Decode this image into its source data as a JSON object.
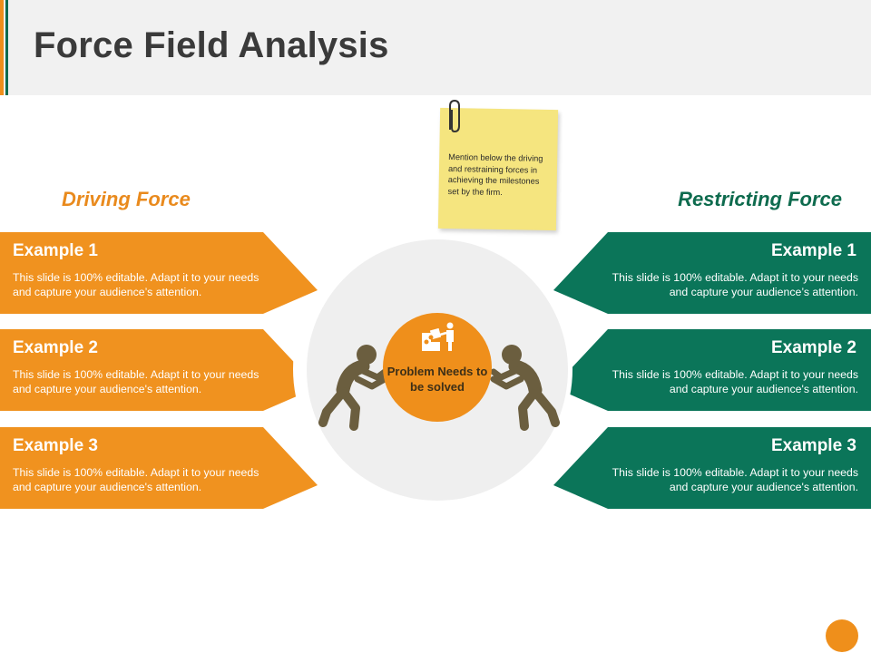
{
  "title": "Force Field Analysis",
  "driving": {
    "heading": "Driving Force",
    "items": [
      {
        "title": "Example 1",
        "text": "This slide is 100% editable. Adapt it to your needs and capture your audience’s attention."
      },
      {
        "title": "Example 2",
        "text": "This slide is 100% editable. Adapt it to your needs and capture your audience's attention."
      },
      {
        "title": "Example 3",
        "text": "This slide is 100% editable. Adapt it to your needs and capture your audience's attention."
      }
    ]
  },
  "restricting": {
    "heading": "Restricting Force",
    "items": [
      {
        "title": "Example 1",
        "text": "This slide is 100% editable. Adapt it to your needs and capture your audience’s attention."
      },
      {
        "title": "Example 2",
        "text": "This slide is 100% editable. Adapt it to your needs and capture your audience's attention."
      },
      {
        "title": "Example 3",
        "text": "This slide is 100% editable. Adapt it to your needs and capture your audience's attention."
      }
    ]
  },
  "center": {
    "text": "Problem Needs to be solved",
    "icons": [
      "puzzle-worker-icon",
      "pushing-person-icon"
    ]
  },
  "note": {
    "text": "Mention below the driving and restraining forces in achieving the milestones set by the firm."
  },
  "colors": {
    "orange": "#f0921f",
    "green": "#0b7559",
    "title": "#3a3a3a",
    "figure": "#6b5e3f"
  }
}
